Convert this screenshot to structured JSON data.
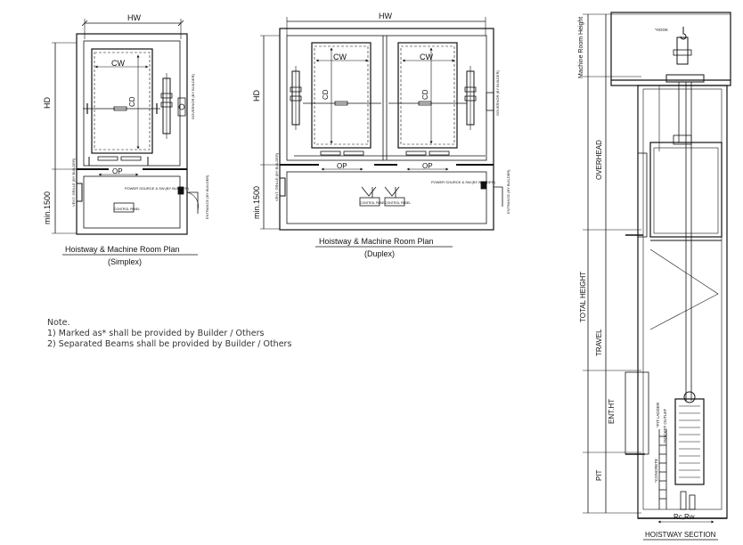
{
  "simplex_plan": {
    "hw_label": "HW",
    "hd_label": "HD",
    "cw_label": "CW",
    "cd_label": "CD",
    "op_label": "OP",
    "min_label": "min.1500",
    "vent_label": "VENT. GRILLE (BY BUILDER)",
    "governor_label": "GOVERNOR (BY BUILDER)",
    "power_label": "POWER SOURCE & SW.(BY BUILDER)",
    "control_label": "CONTROL PANEL",
    "entrance_label": "ENTRANCE (BY BUILDER)",
    "caption": "Hoistway & Machine Room Plan",
    "subcaption": "(Simplex)"
  },
  "duplex_plan": {
    "hw_label": "HW",
    "hd_label": "HD",
    "cw_label": "CW",
    "cd_label": "CD",
    "op_label": "OP",
    "min_label": "min.1500",
    "vent_label": "VENT. GRILLE (BY BUILDER)",
    "governor_label": "GOVERNOR (BY BUILDER)",
    "power_label": "POWER SOURCE & SW.(BY BUILDER)",
    "control_label": "CONTROL PANEL",
    "entrance_label": "ENTRANCE (BY BUILDER)",
    "caption": "Hoistway & Machine Room Plan",
    "subcaption": "(Duplex)"
  },
  "section": {
    "hook_label": "*HOOK",
    "machine_room_label": "Machine Room Height",
    "overhead_label": "OVERHEAD",
    "total_height_label": "TOTAL HEIGHT",
    "travel_label": "TRAVEL",
    "ent_ht_label": "ENT.HT",
    "pit_label": "PIT",
    "pit_ladder_label": "*PIT LADDER",
    "socket_label": "*SOCKET OUTLET",
    "concrete_label": "*CONCRETE",
    "rc_rw_label": "Rc,Rw",
    "caption": "HOISTWAY SECTION"
  },
  "notes": {
    "title": "Note.",
    "items": [
      "1) Marked as* shall be provided by Builder / Others",
      "2) Separated Beams shall be provided by Builder / Others"
    ]
  }
}
